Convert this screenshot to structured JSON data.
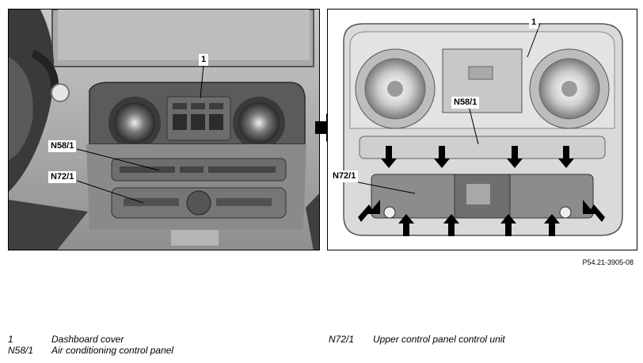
{
  "callouts": {
    "dashboard_cover": "1",
    "ac_panel": "N58/1",
    "upper_unit": "N72/1"
  },
  "figure_ref": "P54.21-3905-08",
  "legend": [
    {
      "key": "1",
      "text": "Dashboard cover"
    },
    {
      "key": "N58/1",
      "text": "Air conditioning control panel"
    },
    {
      "key": "N72/1",
      "text": "Upper control panel control unit"
    }
  ]
}
